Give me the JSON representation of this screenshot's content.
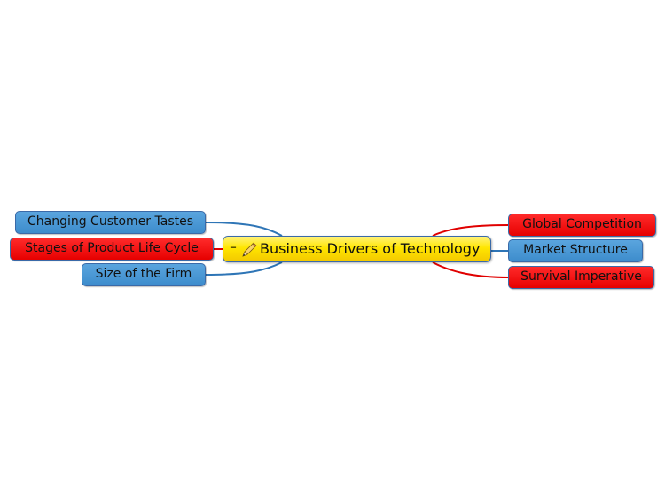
{
  "central": {
    "label": "Business Drivers of Technology",
    "collapse_symbol": "−"
  },
  "left_topics": [
    {
      "label": "Changing Customer Tastes",
      "color": "#4a97d6"
    },
    {
      "label": "Stages of Product Life Cycle",
      "color": "#ff0000"
    },
    {
      "label": "Size of the Firm",
      "color": "#4a97d6"
    }
  ],
  "right_topics": [
    {
      "label": "Global Competition",
      "color": "#ff0000"
    },
    {
      "label": "Market Structure",
      "color": "#4a97d6"
    },
    {
      "label": "Survival Imperative",
      "color": "#ff0000"
    }
  ],
  "colors": {
    "central_fill": "#ffe600",
    "blue_line": "#2e75b6",
    "red_line": "#e00000"
  },
  "icons": {
    "central": "pencil-icon"
  }
}
